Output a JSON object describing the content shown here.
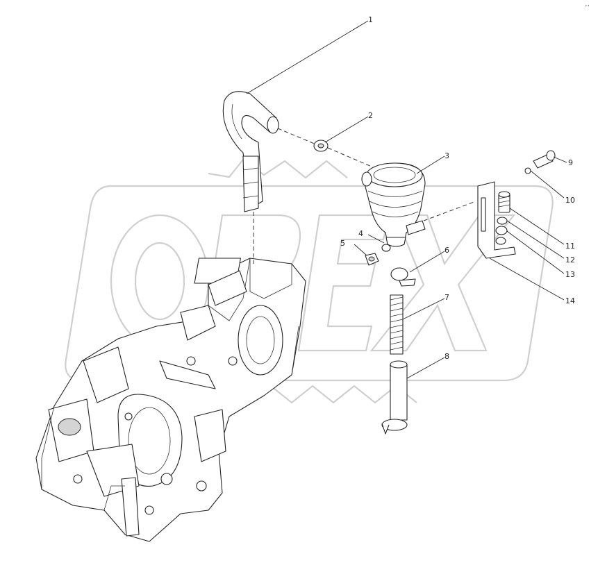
{
  "watermark": {
    "text": "OPEX"
  },
  "corner_mark": "··",
  "callouts": [
    {
      "id": "c1",
      "label": "1"
    },
    {
      "id": "c2",
      "label": "2"
    },
    {
      "id": "c3",
      "label": "3"
    },
    {
      "id": "c4",
      "label": "4"
    },
    {
      "id": "c5",
      "label": "5"
    },
    {
      "id": "c6",
      "label": "6"
    },
    {
      "id": "c7",
      "label": "7"
    },
    {
      "id": "c8",
      "label": "8"
    },
    {
      "id": "c9",
      "label": "9"
    },
    {
      "id": "c10",
      "label": "10"
    },
    {
      "id": "c11",
      "label": "11"
    },
    {
      "id": "c12",
      "label": "12"
    },
    {
      "id": "c13",
      "label": "13"
    },
    {
      "id": "c14",
      "label": "14"
    }
  ]
}
